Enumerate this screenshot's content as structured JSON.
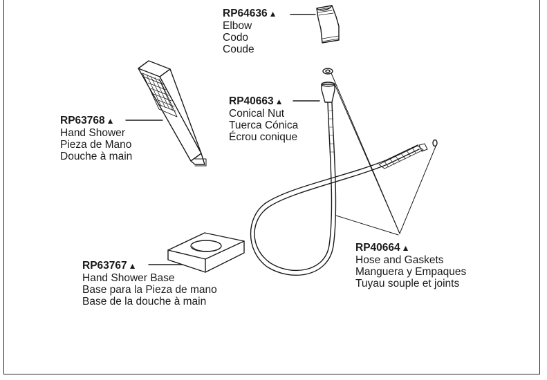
{
  "marker": "▲",
  "parts": {
    "elbow": {
      "part_number": "RP64636",
      "names": [
        "Elbow",
        "Codo",
        "Coude"
      ]
    },
    "conical_nut": {
      "part_number": "RP40663",
      "names": [
        "Conical Nut",
        "Tuerca Cónica",
        "Écrou conique"
      ]
    },
    "hand_shower": {
      "part_number": "RP63768",
      "names": [
        "Hand Shower",
        "Pieza de Mano",
        "Douche à main"
      ]
    },
    "hose": {
      "part_number": "RP40664",
      "names": [
        "Hose and Gaskets",
        "Manguera y Empaques",
        "Tuyau souple et joints"
      ]
    },
    "base": {
      "part_number": "RP63767",
      "names": [
        "Hand Shower Base",
        "Base para la Pieza de mano",
        "Base de la douche à main"
      ]
    }
  },
  "colors": {
    "line": "#1a1a1a",
    "background": "#ffffff"
  }
}
